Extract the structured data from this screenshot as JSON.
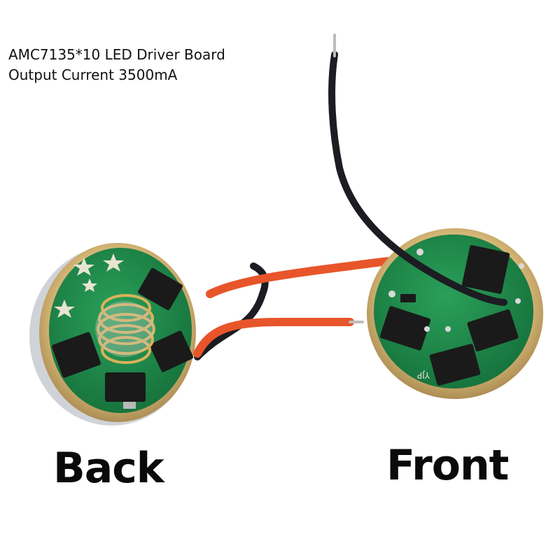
{
  "caption": {
    "line1": "AMC7135*10 LED Driver Board",
    "line2": "Output Current 3500mA"
  },
  "labels": {
    "back": "Back",
    "front": "Front"
  },
  "pcb": {
    "front_marking": "YJP"
  },
  "colors": {
    "pcb_green": "#1f8a4a",
    "copper_rim": "#c9a764",
    "red_wire": "#e8552a",
    "black_wire": "#1c1c22",
    "chip": "#1a1a1a",
    "spring_gold": "#d8b25a"
  }
}
